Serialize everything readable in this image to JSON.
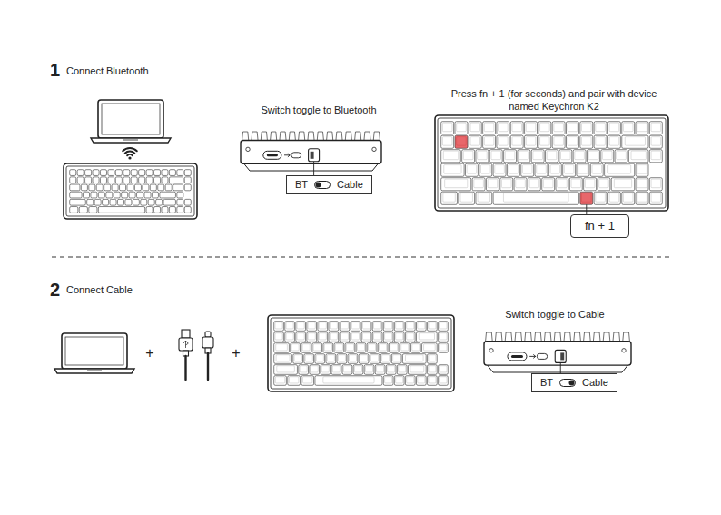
{
  "diagram": {
    "nodes": [
      {
        "text": [
          "BT",
          "Cable"
        ]
      },
      {
        "text": [
          "fn + 1"
        ]
      },
      {
        "text": [
          "BT",
          "Cable"
        ]
      }
    ],
    "labels": [
      "1",
      "Connect Bluetooth",
      "Switch toggle to Bluetooth",
      "Press fn + 1 (for seconds) and pair with device named Keychron K2",
      "2",
      "Connect Cable",
      "+",
      "+",
      "Switch toggle to Cable"
    ]
  }
}
